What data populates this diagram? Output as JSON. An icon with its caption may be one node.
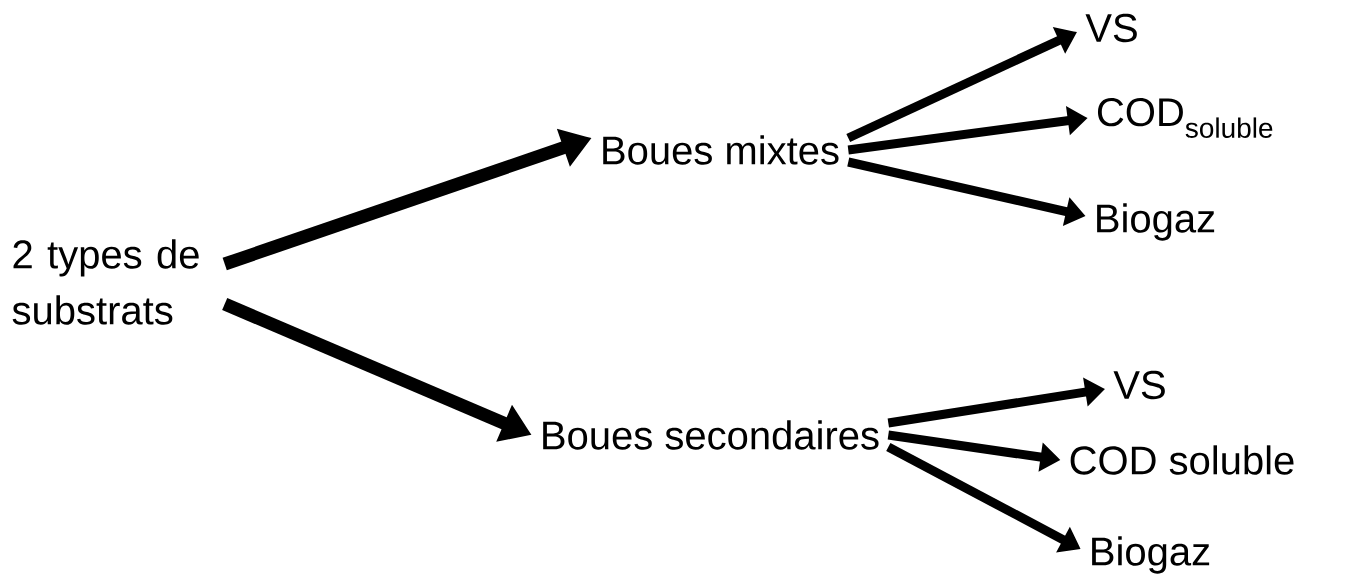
{
  "diagram": {
    "nodes": [
      {
        "text": [
          "2 types de substrats"
        ]
      },
      {
        "text": [
          "Boues mixtes"
        ]
      },
      {
        "text": [
          "VS"
        ]
      },
      {
        "text": [
          "COD$_{soluble}$"
        ]
      },
      {
        "text": [
          "Biogaz"
        ]
      },
      {
        "text": [
          "Boues secondaires"
        ]
      },
      {
        "text": [
          "VS"
        ]
      },
      {
        "text": [
          "COD soluble"
        ]
      },
      {
        "text": [
          "Biogaz"
        ]
      }
    ],
    "edges": [
      {
        "from": 0,
        "to": 1,
        "arrow": "to"
      },
      {
        "from": 0,
        "to": 5,
        "arrow": "to"
      },
      {
        "from": 1,
        "to": 2,
        "arrow": "to"
      },
      {
        "from": 1,
        "to": 3,
        "arrow": "to"
      },
      {
        "from": 1,
        "to": 4,
        "arrow": "to"
      },
      {
        "from": 5,
        "to": 6,
        "arrow": "to"
      },
      {
        "from": 5,
        "to": 7,
        "arrow": "to"
      },
      {
        "from": 5,
        "to": 8,
        "arrow": "to"
      }
    ]
  }
}
